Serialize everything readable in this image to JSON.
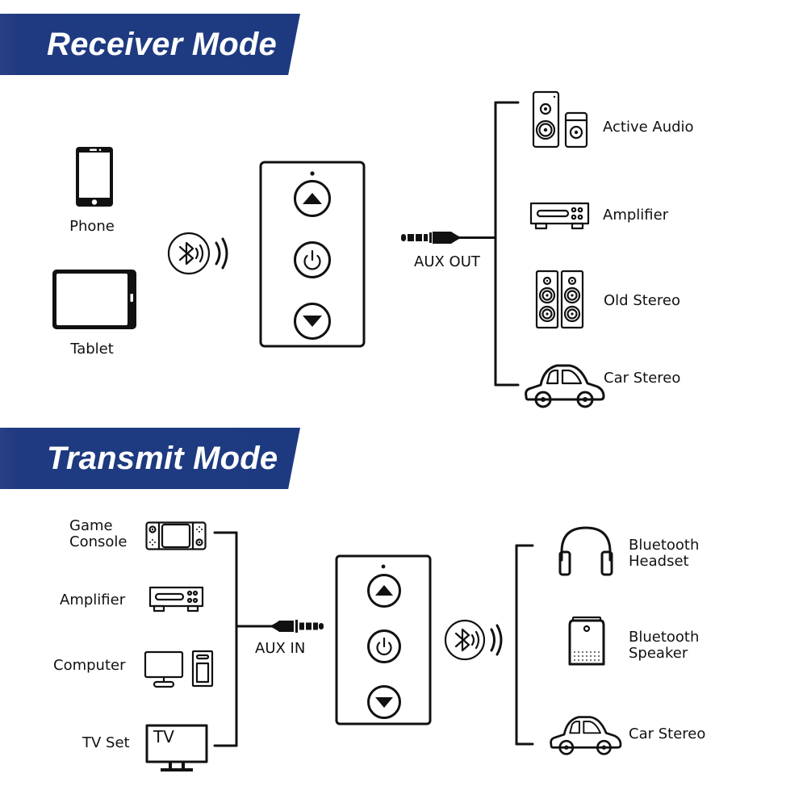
{
  "receiver": {
    "title": "Receiver Mode",
    "sources": [
      {
        "label": "Phone",
        "icon": "phone-icon"
      },
      {
        "label": "Tablet",
        "icon": "tablet-icon"
      }
    ],
    "connection": "bluetooth",
    "cable_label": "AUX OUT",
    "outputs": [
      {
        "label": "Active Audio",
        "icon": "active-speakers-icon"
      },
      {
        "label": "Amplifier",
        "icon": "amplifier-icon"
      },
      {
        "label": "Old Stereo",
        "icon": "stereo-speakers-icon"
      },
      {
        "label": "Car Stereo",
        "icon": "car-icon"
      }
    ]
  },
  "transmit": {
    "title": "Transmit Mode",
    "sources": [
      {
        "label_line1": "Game",
        "label_line2": "Console",
        "icon": "game-console-icon"
      },
      {
        "label": "Amplifier",
        "icon": "amplifier-icon"
      },
      {
        "label": "Computer",
        "icon": "computer-icon"
      },
      {
        "label": "TV Set",
        "icon": "tv-icon",
        "icon_text": "TV"
      }
    ],
    "cable_label": "AUX IN",
    "connection": "bluetooth",
    "outputs": [
      {
        "label_line1": "Bluetooth",
        "label_line2": "Headset",
        "icon": "headphones-icon"
      },
      {
        "label_line1": "Bluetooth",
        "label_line2": "Speaker",
        "icon": "bluetooth-speaker-icon"
      },
      {
        "label": "Car Stereo",
        "icon": "car-icon"
      }
    ]
  },
  "device": {
    "buttons": [
      "volume-up",
      "power",
      "volume-down"
    ]
  },
  "colors": {
    "banner": "#1f3a80",
    "banner_text": "#ffffff",
    "line_art": "#111111"
  }
}
